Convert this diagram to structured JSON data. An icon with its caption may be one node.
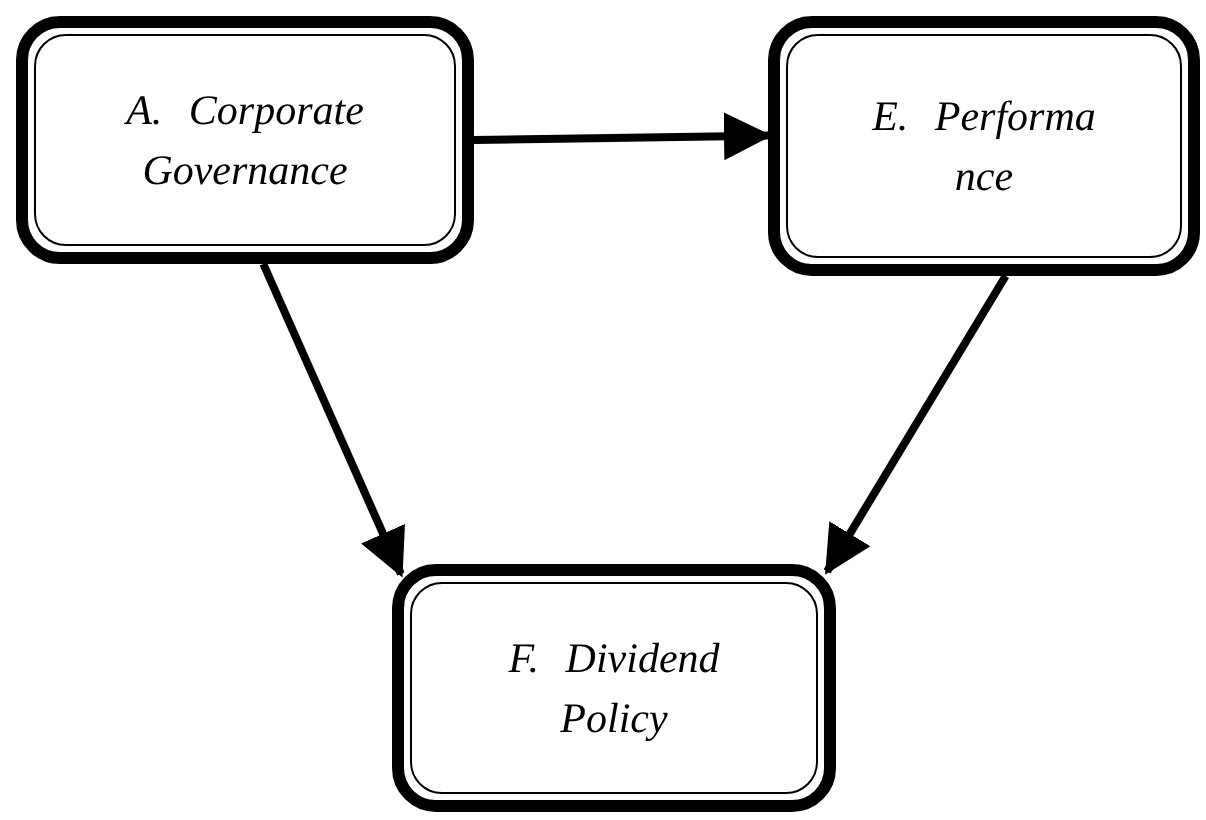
{
  "diagram": {
    "nodes": [
      {
        "text": [
          "A. Corporate Governance"
        ]
      },
      {
        "text": [
          "E. Performa nce"
        ]
      },
      {
        "text": [
          "F. Dividend Policy"
        ]
      }
    ],
    "edges": [
      {
        "from": 0,
        "to": 1,
        "arrow": "to"
      },
      {
        "from": 0,
        "to": 2,
        "arrow": "to"
      },
      {
        "from": 1,
        "to": 2,
        "arrow": "to"
      }
    ]
  }
}
